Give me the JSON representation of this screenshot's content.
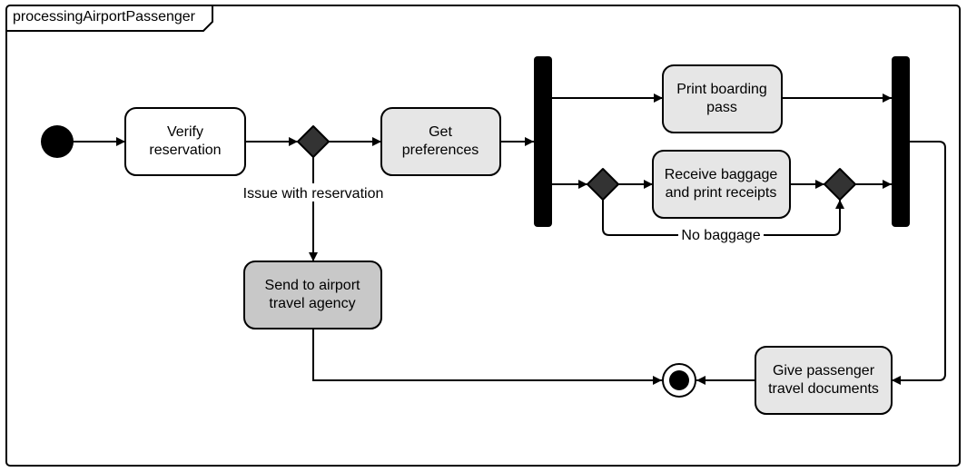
{
  "frame": {
    "title": "processingAirportPassenger"
  },
  "colors": {
    "action_fill": "#ffffff",
    "action_alt_fill": "#e6e6e6",
    "action_dark_fill": "#c8c8c8",
    "decision_fill": "#333333",
    "bar_fill": "#000000",
    "stroke": "#000000"
  },
  "nodes": {
    "verify": {
      "line1": "Verify",
      "line2": "reservation"
    },
    "preferences": {
      "line1": "Get",
      "line2": "preferences"
    },
    "agency": {
      "line1": "Send to airport",
      "line2": "travel agency"
    },
    "boarding": {
      "line1": "Print boarding",
      "line2": "pass"
    },
    "baggage": {
      "line1": "Receive baggage",
      "line2": "and print receipts"
    },
    "documents": {
      "line1": "Give passenger",
      "line2": "travel documents"
    }
  },
  "guards": {
    "reservation_issue": "Issue with reservation",
    "no_baggage": "No baggage"
  }
}
